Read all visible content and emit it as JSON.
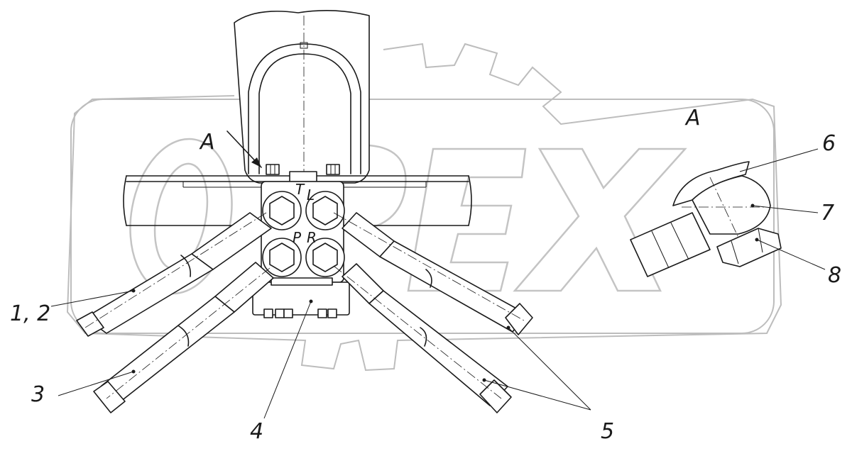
{
  "view_label_main": "A",
  "view_label_detail": "A",
  "port_labels": {
    "t": "T",
    "l": "L",
    "p": "P",
    "r": "R"
  },
  "callouts": [
    {
      "id": "c12",
      "text": "1, 2"
    },
    {
      "id": "c3",
      "text": "3"
    },
    {
      "id": "c4",
      "text": "4"
    },
    {
      "id": "c5",
      "text": "5"
    },
    {
      "id": "c6",
      "text": "6"
    },
    {
      "id": "c7",
      "text": "7"
    },
    {
      "id": "c8",
      "text": "8"
    }
  ],
  "watermark": {
    "text": "OPEX"
  },
  "colors": {
    "line": "#1a1a1a",
    "watermark": "#c4c4c4",
    "background": "#ffffff"
  }
}
